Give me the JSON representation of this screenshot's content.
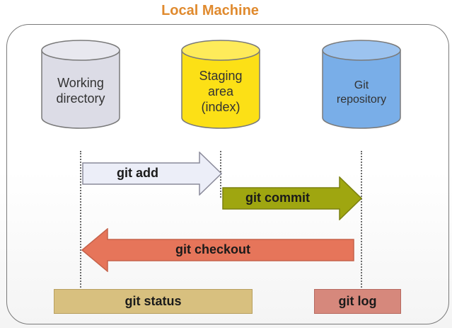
{
  "diagram": {
    "title": "Local Machine",
    "stores": [
      {
        "label": "Working\ndirectory",
        "color": "#dcdce6"
      },
      {
        "label": "Staging\narea\n(index)",
        "color": "#fce016"
      },
      {
        "label": "Git\nrepository",
        "color": "#79aee8"
      }
    ],
    "commands": {
      "add": "git add",
      "commit": "git commit",
      "checkout": "git checkout",
      "status": "git status",
      "log": "git log"
    },
    "colors": {
      "title": "#e08a2e",
      "add_arrow": "#eceef8",
      "commit_arrow": "#9fa610",
      "checkout_arrow": "#e6755a",
      "status_bar": "#d8c07f",
      "log_bar": "#d6887c"
    }
  }
}
